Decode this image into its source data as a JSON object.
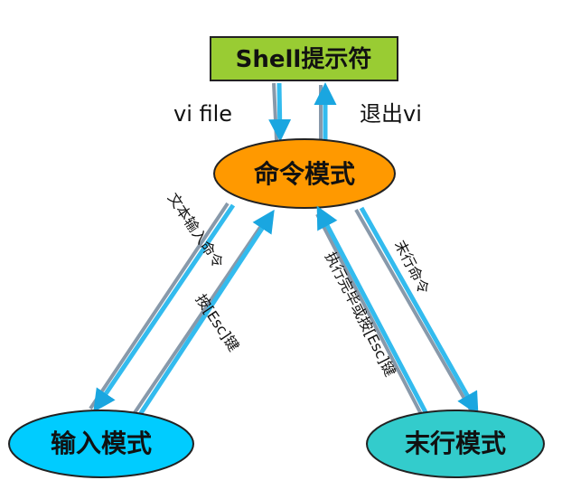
{
  "nodes": {
    "shell": {
      "label": "Shell提示符",
      "fill": "#99cc33"
    },
    "command_mode": {
      "label": "命令模式",
      "fill": "#ff9900"
    },
    "insert_mode": {
      "label": "输入模式",
      "fill": "#00ccff"
    },
    "lastline_mode": {
      "label": "末行模式",
      "fill": "#33cccc"
    }
  },
  "edges": {
    "vi_file": "vi file",
    "exit_vi": "退出vi",
    "text_input_cmd": "文本输入命令",
    "press_esc_key": "按[Esc]键",
    "done_or_esc": "执行完毕或按[Esc]键",
    "lastline_cmd": "末行命令"
  },
  "colors": {
    "arrow": "#33bbee",
    "arrow_shade": "#8899aa",
    "text": "#111111"
  }
}
